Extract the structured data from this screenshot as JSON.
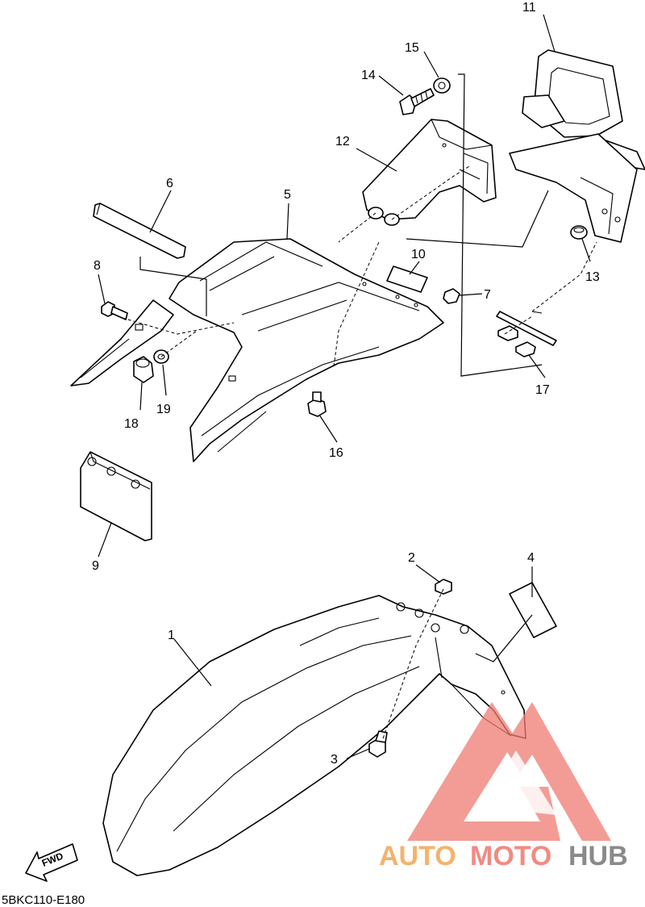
{
  "diagram_code": "5BKC110-E180",
  "fwd_label": "FWD",
  "callouts": [
    "1",
    "2",
    "3",
    "4",
    "5",
    "6",
    "7",
    "8",
    "9",
    "10",
    "11",
    "12",
    "13",
    "14",
    "15",
    "16",
    "17",
    "18",
    "19"
  ],
  "watermark": {
    "part1": "AUTO",
    "part2": "MOTO",
    "part3": "HUB",
    "color_orange": "#f5b26b",
    "color_red": "#f28a82",
    "color_gray": "#8a8a8a",
    "logo_color": "#f07b72"
  }
}
